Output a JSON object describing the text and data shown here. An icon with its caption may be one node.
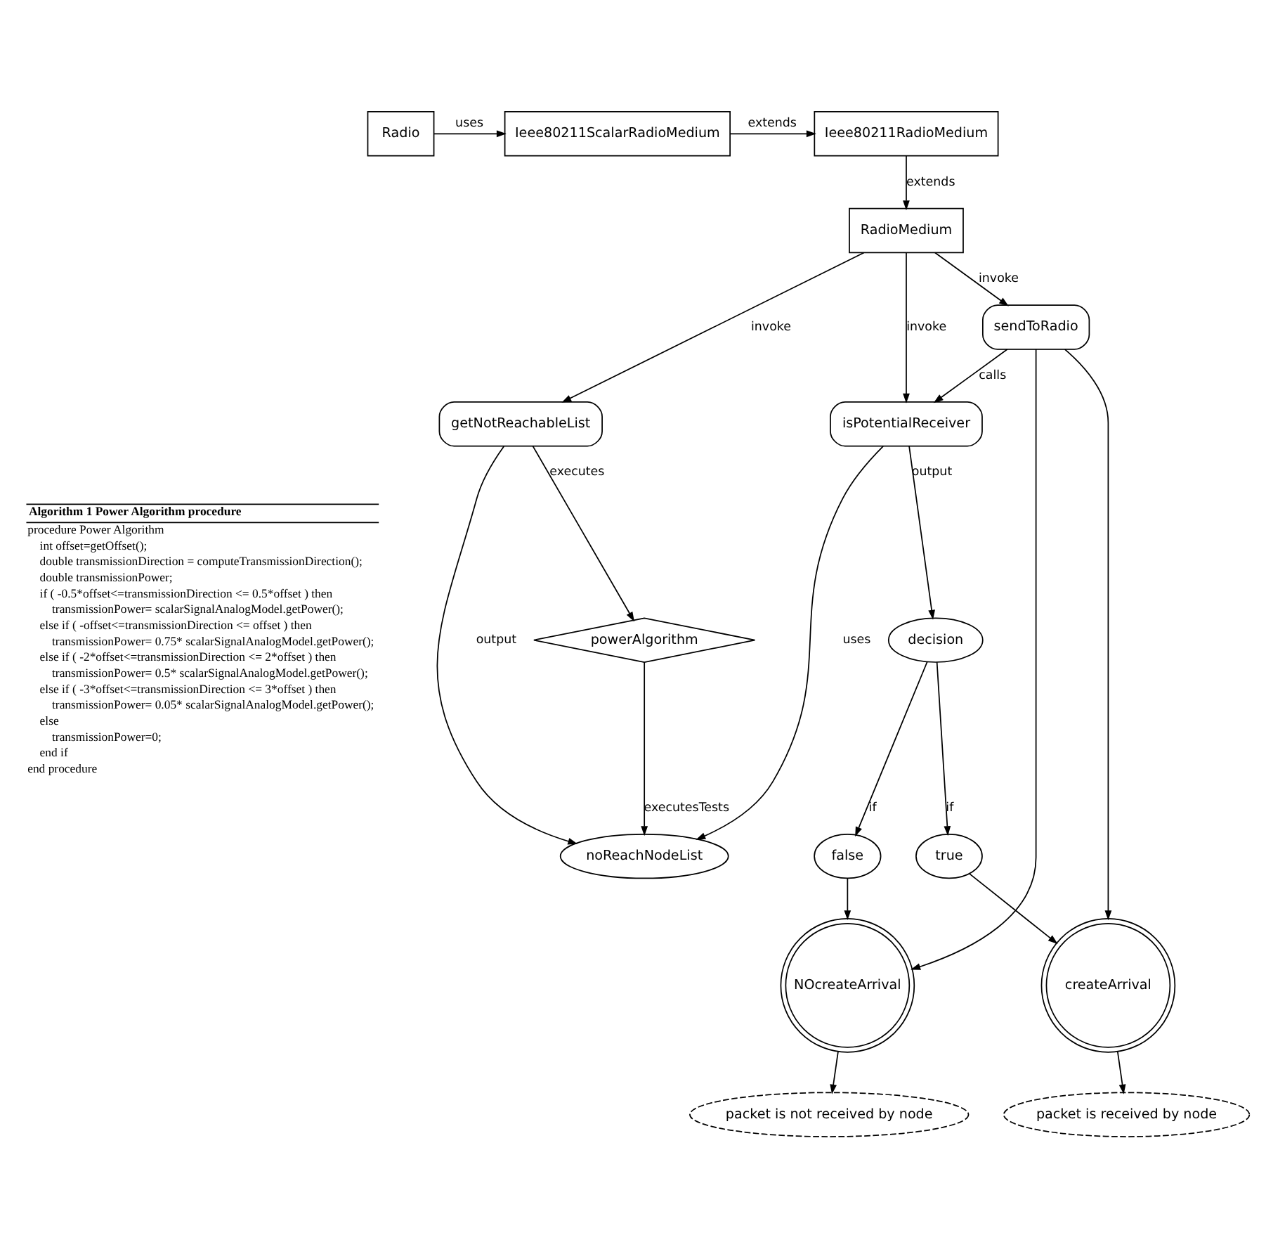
{
  "diagram": {
    "nodes": [
      {
        "text": [
          "Radio"
        ]
      },
      {
        "text": [
          "Ieee80211ScalarRadioMedium"
        ]
      },
      {
        "text": [
          "Ieee80211RadioMedium"
        ]
      },
      {
        "text": [
          "RadioMedium"
        ]
      },
      {
        "text": [
          "getNotReachableList"
        ]
      },
      {
        "text": [
          "isPotentialReceiver"
        ]
      },
      {
        "text": [
          "powerAlgorithm"
        ]
      },
      {
        "text": [
          "noReachNodeList"
        ]
      },
      {
        "text": [
          "decision"
        ]
      },
      {
        "text": [
          "sendToRadio"
        ]
      },
      {
        "text": [
          "true"
        ]
      },
      {
        "text": [
          "false"
        ]
      },
      {
        "text": [
          "createArrival"
        ]
      },
      {
        "text": [
          "NOcreateArrival"
        ]
      },
      {
        "text": [
          "packet is received by node"
        ]
      },
      {
        "text": [
          "packet is not received by node"
        ]
      }
    ],
    "edges": [
      {
        "from": 0,
        "to": 1,
        "arrow": "to",
        "label": "uses"
      },
      {
        "from": 1,
        "to": 2,
        "arrow": "to",
        "label": "extends"
      },
      {
        "from": 2,
        "to": 3,
        "arrow": "to",
        "label": "extends"
      },
      {
        "from": 3,
        "to": 9,
        "arrow": "to",
        "label": "invoke"
      },
      {
        "from": 3,
        "to": 4,
        "arrow": "to",
        "label": "invoke"
      },
      {
        "from": 3,
        "to": 5,
        "arrow": "to",
        "label": "invoke"
      },
      {
        "from": 4,
        "to": 6,
        "arrow": "to",
        "label": "executes"
      },
      {
        "from": 6,
        "to": 7,
        "arrow": "to",
        "label": "executesTests"
      },
      {
        "from": 4,
        "to": 7,
        "arrow": "to",
        "label": "output"
      },
      {
        "from": 5,
        "to": 7,
        "arrow": "to",
        "label": "uses"
      },
      {
        "from": 5,
        "to": 8,
        "arrow": "to",
        "label": "output"
      },
      {
        "from": 9,
        "to": 5,
        "arrow": "to",
        "label": "calls"
      },
      {
        "from": 8,
        "to": 10,
        "arrow": "to",
        "label": "if"
      },
      {
        "from": 8,
        "to": 11,
        "arrow": "to",
        "label": "if"
      },
      {
        "from": 10,
        "to": 12,
        "arrow": "to"
      },
      {
        "from": 11,
        "to": 13,
        "arrow": "to"
      },
      {
        "from": 9,
        "to": 12,
        "arrow": "to"
      },
      {
        "from": 9,
        "to": 13,
        "arrow": "to"
      },
      {
        "from": 12,
        "to": 14,
        "arrow": "to"
      },
      {
        "from": 13,
        "to": 15,
        "arrow": "to"
      }
    ],
    "labels": [
      "Algorithm 1 Power Algorithm procedure",
      "procedure Power Algorithm",
      "int offset=getOffset();",
      "double transmissionDirection = computeTransmissionDirection();",
      "double transmissionPower;",
      "if ( -0.5*offset<=transmissionDirection <= 0.5*offset ) then",
      "transmissionPower= scalarSignalAnalogModel.getPower();",
      "else if ( -offset<=transmissionDirection <= offset ) then",
      "transmissionPower= 0.75* scalarSignalAnalogModel.getPower();",
      "else if ( -2*offset<=transmissionDirection <= 2*offset ) then",
      "transmissionPower= 0.5* scalarSignalAnalogModel.getPower();",
      "else if ( -3*offset<=transmissionDirection <= 3*offset ) then",
      "transmissionPower= 0.05* scalarSignalAnalogModel.getPower();",
      "else",
      "transmissionPower=0;",
      "end if",
      "end procedure"
    ]
  }
}
